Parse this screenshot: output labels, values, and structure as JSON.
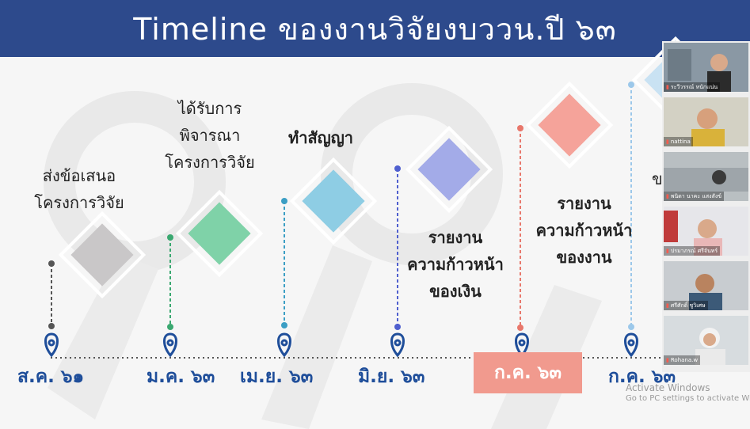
{
  "slide": {
    "title": "Timeline ของงานวิจัยงบววน.ปี ๖๓",
    "stages": [
      {
        "lines": [
          "ส่งข้อเสนอ",
          "โครงการวิจัย"
        ],
        "date": "ส.ค. ๖๑",
        "color": "#c9c7c8",
        "line_color": "#555555"
      },
      {
        "lines": [
          "ได้รับการ",
          "พิจารณา",
          "โครงการวิจัย"
        ],
        "date": "ม.ค. ๖๓",
        "color": "#7fd2a8",
        "line_color": "#3aa870"
      },
      {
        "lines": [
          "ทำสัญญา"
        ],
        "date": "เม.ย. ๖๓",
        "color": "#8ecde4",
        "line_color": "#3b9ec4"
      },
      {
        "lines": [
          "รายงาน",
          "ความก้าวหน้า",
          "ของเงิน"
        ],
        "date": "มิ.ย. ๖๓",
        "color": "#a3abe8",
        "line_color": "#4f5fcf"
      },
      {
        "lines": [
          "รายงาน",
          "ความก้าวหน้า",
          "ของงาน"
        ],
        "date": "ก.ค. ๖๓",
        "color": "#f5a39a",
        "line_color": "#e8776b",
        "highlight": true
      },
      {
        "lines": [
          "ข"
        ],
        "date": "ก.ค. ๖๓",
        "color": "#c9e2f3",
        "line_color": "#9cc8ea"
      }
    ],
    "activate_windows": {
      "title": "Activate Windows",
      "subtitle": "Go to PC settings to activate Windows."
    }
  },
  "participants": [
    {
      "name": "ระวีวรรณ์ หนักแน่น"
    },
    {
      "name": "nattina"
    },
    {
      "name": "พนิดา นาคะ แสงสังข์"
    },
    {
      "name": "ปรมาภรณ์ ศรีจันทร์"
    },
    {
      "name": "ศรีศักดิ์ ชูวิเศษ"
    },
    {
      "name": "Rohana.w"
    }
  ],
  "colors": {
    "title_bar": "#2d4a8c",
    "date_text": "#1f4e9a",
    "highlight_box": "#f19a8e"
  }
}
